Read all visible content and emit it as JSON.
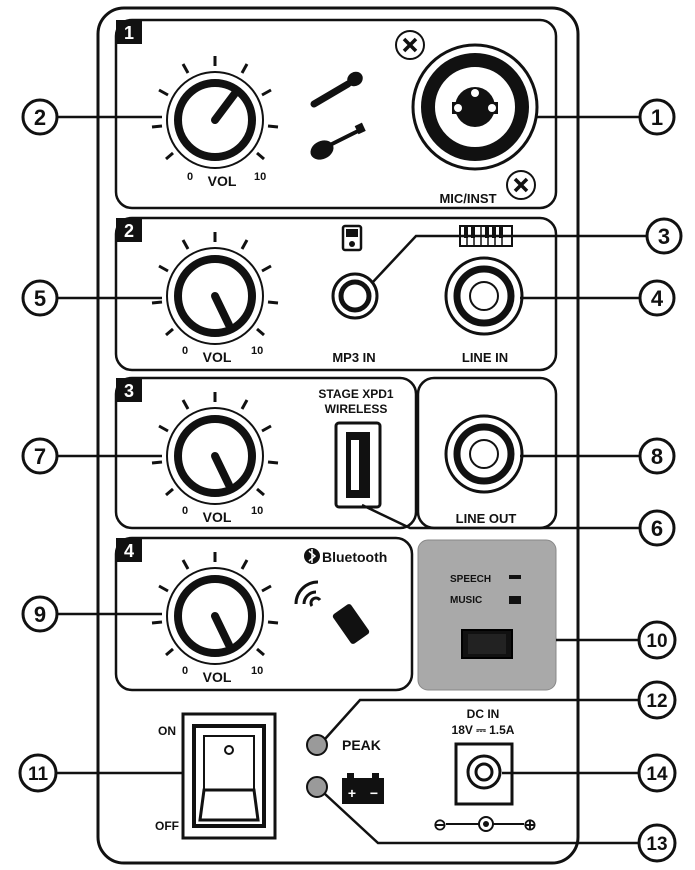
{
  "channels": [
    {
      "number": "1",
      "vol_label": "VOL",
      "min_label": "0",
      "max_label": "10"
    },
    {
      "number": "2",
      "vol_label": "VOL",
      "min_label": "0",
      "max_label": "10"
    },
    {
      "number": "3",
      "vol_label": "VOL",
      "min_label": "0",
      "max_label": "10"
    },
    {
      "number": "4",
      "vol_label": "VOL",
      "min_label": "0",
      "max_label": "10"
    }
  ],
  "labels": {
    "mic_inst": "MIC/INST",
    "mp3_in": "MP3 IN",
    "line_in": "LINE IN",
    "stage_xpd1": "STAGE XPD1",
    "wireless": "WIRELESS",
    "line_out": "LINE OUT",
    "bluetooth": "Bluetooth",
    "speech": "SPEECH",
    "music": "MUSIC",
    "on": "ON",
    "off": "OFF",
    "peak": "PEAK",
    "dc_in": "DC IN",
    "dc_rating": "18V ⎓ 1.5A",
    "battery_plus": "+",
    "battery_minus": "−",
    "polarity_neg": "⊖",
    "polarity_pos": "⊕"
  },
  "callouts": [
    "1",
    "2",
    "3",
    "4",
    "5",
    "6",
    "7",
    "8",
    "9",
    "10",
    "11",
    "12",
    "13",
    "14"
  ],
  "colors": {
    "ink": "#111111",
    "panel_gray": "#a9a9a9",
    "led_gray": "#9a9a9a"
  }
}
